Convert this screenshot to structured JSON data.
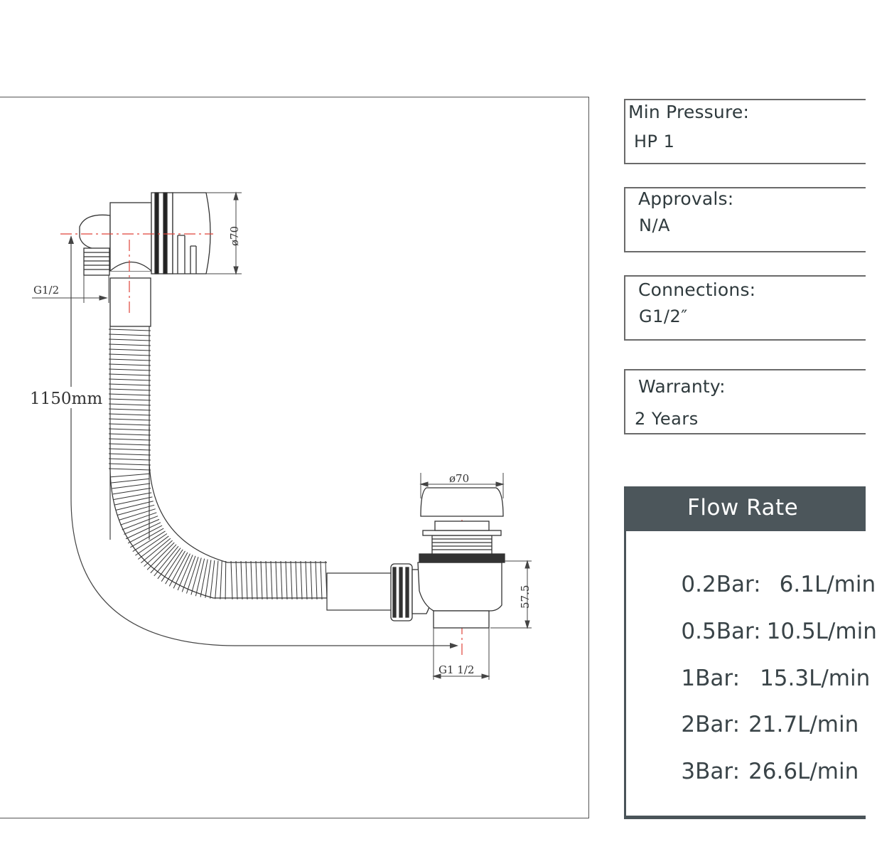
{
  "diagram": {
    "dimensions": {
      "length": "1150mm",
      "inlet_thread": "G1/2",
      "overflow_diameter": "ø70",
      "waste_diameter": "ø70",
      "waste_height": "57.5",
      "outlet_thread": "G1 1/2"
    }
  },
  "specs": {
    "min_pressure": {
      "label": "Min Pressure:",
      "value": "HP 1"
    },
    "approvals": {
      "label": "Approvals:",
      "value": "N/A"
    },
    "connections": {
      "label": "Connections:",
      "value": "G1/2″"
    },
    "warranty": {
      "label": "Warranty:",
      "value": "2 Years"
    }
  },
  "flow_rate": {
    "title": "Flow Rate",
    "rows": [
      {
        "pressure": "0.2Bar:",
        "rate": "6.1L/min"
      },
      {
        "pressure": "0.5Bar:",
        "rate": "10.5L/min"
      },
      {
        "pressure": "1Bar:",
        "rate": "15.3L/min"
      },
      {
        "pressure": "2Bar:",
        "rate": "21.7L/min"
      },
      {
        "pressure": "3Bar:",
        "rate": "26.6L/min"
      }
    ]
  },
  "colors": {
    "header_bg": "#4c565b",
    "centerline": "#e0443a",
    "line": "#333333"
  }
}
